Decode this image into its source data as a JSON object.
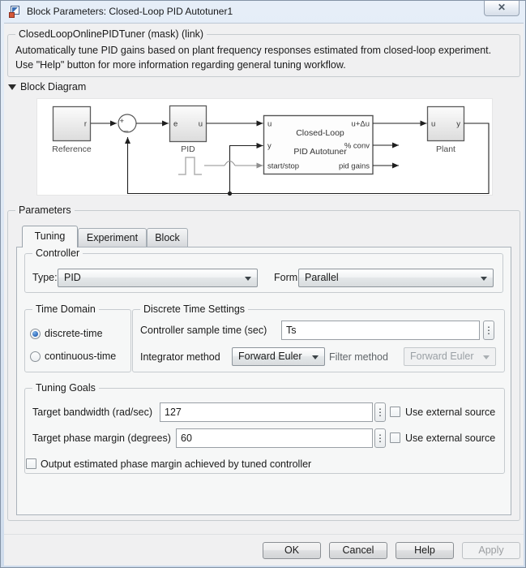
{
  "window": {
    "title": "Block Parameters: Closed-Loop PID Autotuner1"
  },
  "icons": {
    "close": "✕",
    "collapse_arrow": "▼",
    "dropdown_arrow": "▼",
    "stepper_dots": "⋮"
  },
  "mask": {
    "legend": "ClosedLoopOnlinePIDTuner (mask) (link)",
    "description": [
      "Automatically tune PID gains based on plant frequency responses estimated from closed-loop experiment.",
      "Use \"Help\" button for more information regarding general tuning workflow."
    ]
  },
  "block_diagram": {
    "header": "Block Diagram",
    "reference_label": "Reference",
    "reference_port": "r",
    "sum_plus": "+",
    "sum_minus": "_",
    "pid_label": "PID",
    "pid_in": "e",
    "pid_out": "u",
    "autotuner_line1": "Closed-Loop",
    "autotuner_line2": "PID Autotuner",
    "autotuner_in_u": "u",
    "autotuner_in_y": "y",
    "autotuner_in_startstop": "start/stop",
    "autotuner_out_u": "u+Δu",
    "autotuner_out_conv": "% conv",
    "autotuner_out_gains": "pid gains",
    "plant_label": "Plant",
    "plant_in": "u",
    "plant_out": "y"
  },
  "parameters": {
    "legend": "Parameters",
    "tabs": [
      {
        "label": "Tuning",
        "active": true
      },
      {
        "label": "Experiment",
        "active": false
      },
      {
        "label": "Block",
        "active": false
      }
    ],
    "controller": {
      "legend": "Controller",
      "type_label": "Type:",
      "type_value": "PID",
      "form_label": "Form:",
      "form_value": "Parallel"
    },
    "time_domain": {
      "legend": "Time Domain",
      "options": [
        {
          "label": "discrete-time",
          "selected": true
        },
        {
          "label": "continuous-time",
          "selected": false
        }
      ]
    },
    "discrete_settings": {
      "legend": "Discrete Time Settings",
      "sample_time_label": "Controller sample time (sec)",
      "sample_time_value": "Ts",
      "integrator_label": "Integrator method",
      "integrator_value": "Forward Euler",
      "filter_label": "Filter method",
      "filter_value": "Forward Euler",
      "filter_enabled": false
    },
    "tuning_goals": {
      "legend": "Tuning Goals",
      "bandwidth_label": "Target bandwidth (rad/sec)",
      "bandwidth_value": "127",
      "bandwidth_external_label": "Use external source",
      "phase_label": "Target phase margin (degrees)",
      "phase_value": "60",
      "phase_external_label": "Use external source",
      "output_phase_label": "Output estimated phase margin achieved by tuned controller"
    }
  },
  "buttons": {
    "ok": "OK",
    "cancel": "Cancel",
    "help": "Help",
    "apply": "Apply"
  },
  "colors": {
    "window_frame": "#cfdcec",
    "client_bg": "#f0f0f1",
    "pane_bg": "#f6f7f7",
    "diagram_bg": "#ffffff",
    "radio_accent": "#2a66b8",
    "disabled_text": "#9aa0a5"
  }
}
